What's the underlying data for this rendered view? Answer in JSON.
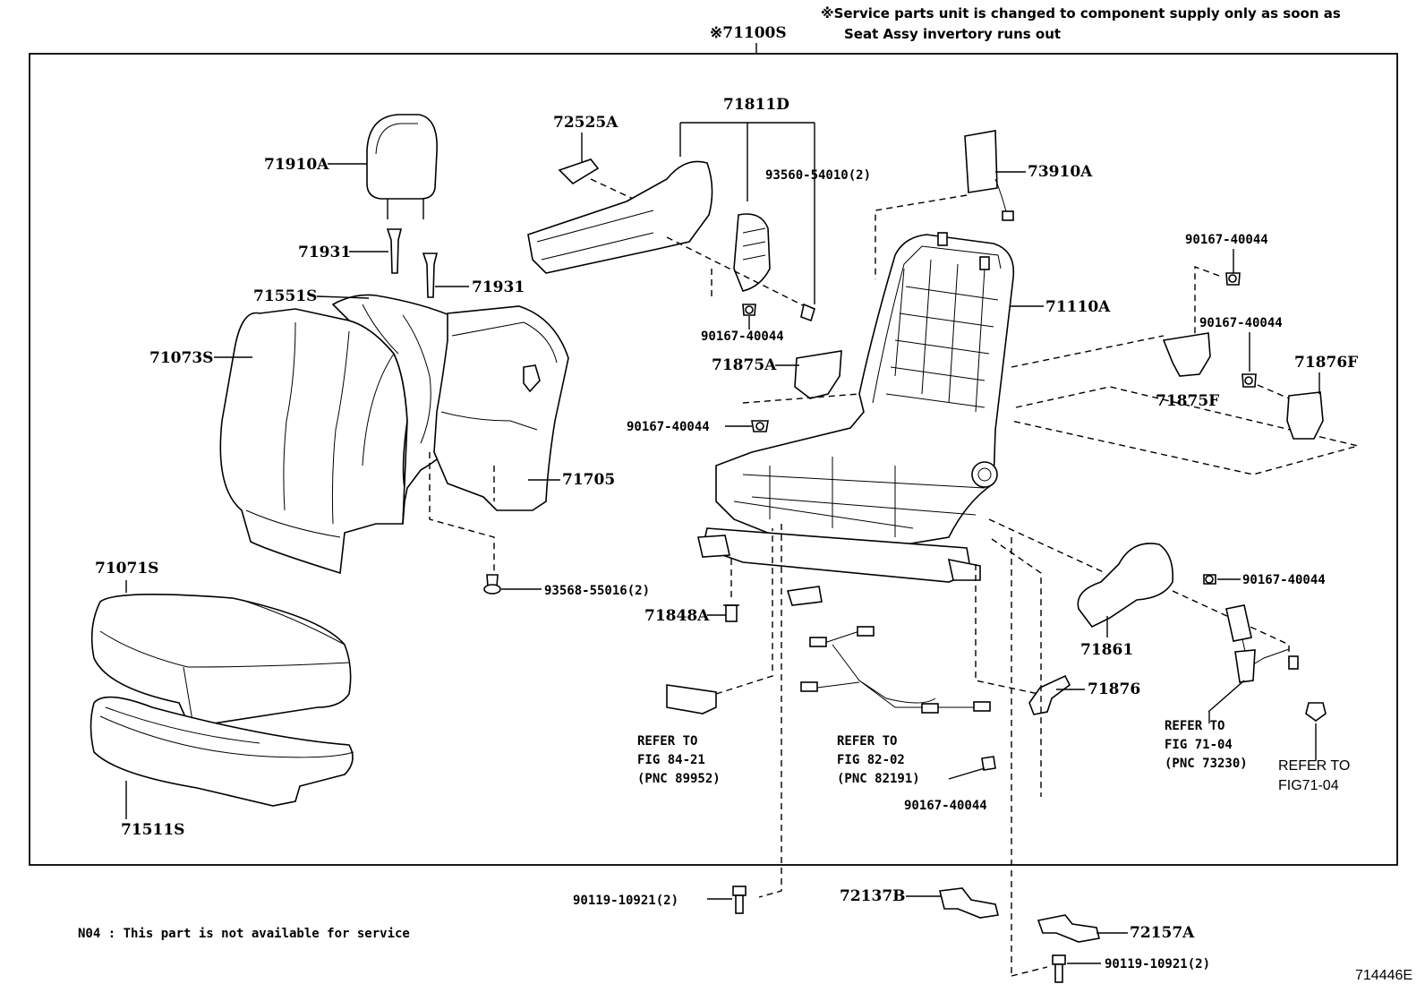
{
  "header": {
    "main_part": "※71100S",
    "service_note_1": "※Service parts unit is changed to component supply only as soon as",
    "service_note_2": "Seat Assy invertory runs out"
  },
  "labels": {
    "p71910A": "71910A",
    "p71931a": "71931",
    "p71931b": "71931",
    "p71551S": "71551S",
    "p71073S": "71073S",
    "p71705": "71705",
    "p93568": "93568-55016(2)",
    "p71071S": "71071S",
    "p71511S": "71511S",
    "p72525A": "72525A",
    "p71811D": "71811D",
    "p93560": "93560-54010(2)",
    "p90167_a": "90167-40044",
    "p71875A": "71875A",
    "p90167_b": "90167-40044",
    "p73910A": "73910A",
    "p71110A": "71110A",
    "p90167_c": "90167-40044",
    "p90167_d": "90167-40044",
    "p71876F": "71876F",
    "p71875F": "71875F",
    "p90167_e": "90167-40044",
    "p71861": "71861",
    "p71876": "71876",
    "p71848A": "71848A",
    "p90167_f": "90167-40044",
    "p90119_a": "90119-10921(2)",
    "p72137B": "72137B",
    "p72157A": "72157A",
    "p90119_b": "90119-10921(2)"
  },
  "references": {
    "ref1_line1": "REFER TO",
    "ref1_line2": "FIG 84-21",
    "ref1_line3": "(PNC 89952)",
    "ref2_line1": "REFER TO",
    "ref2_line2": "FIG 82-02",
    "ref2_line3": "(PNC 82191)",
    "ref3_line1": "REFER TO",
    "ref3_line2": "FIG 71-04",
    "ref3_line3": "(PNC 73230)",
    "ref4_line1": "REFER TO",
    "ref4_line2": "FIG71-04"
  },
  "footer": {
    "note": "N04 : This part is not available for service",
    "figure_id": "714446E"
  }
}
